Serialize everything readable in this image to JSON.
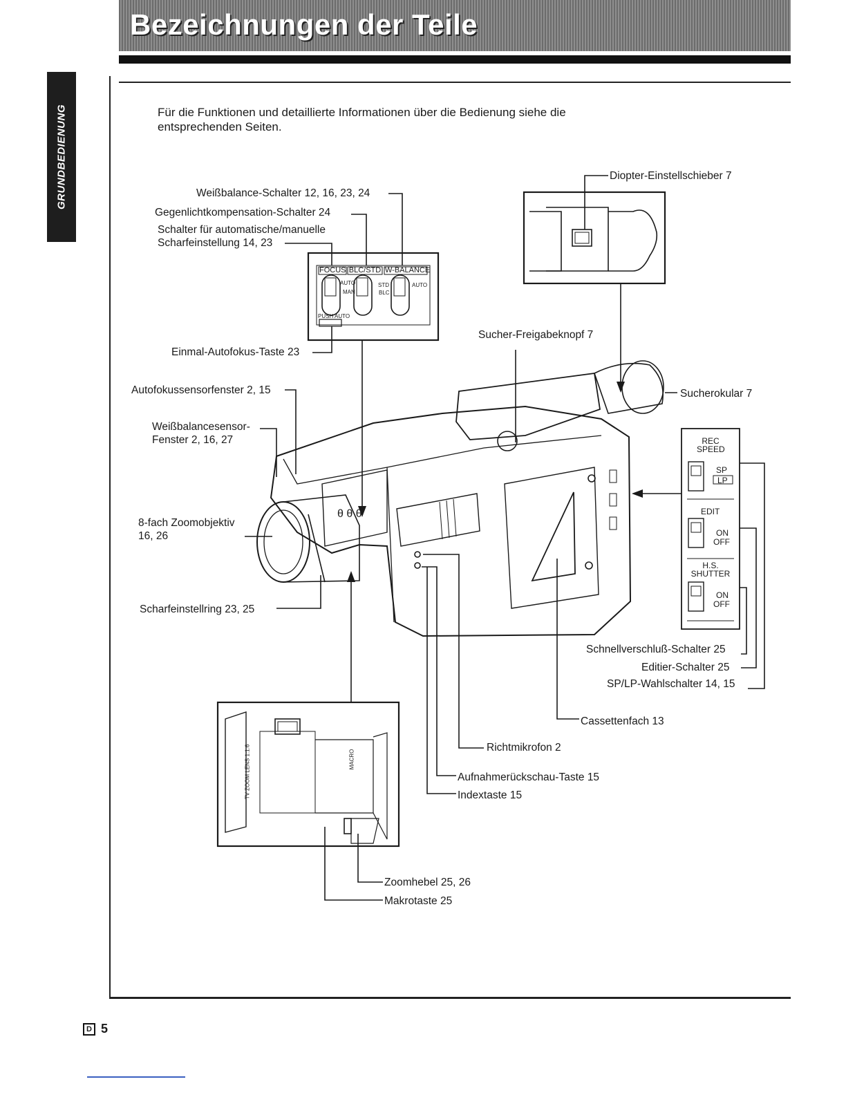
{
  "header": {
    "title": "Bezeichnungen der Teile"
  },
  "side_tab": {
    "label": "GRUNDBEDIENUNG"
  },
  "intro_text": "Für die Funktionen und detaillierte Informationen über die Bedienung siehe die entsprechenden Seiten.",
  "labels": {
    "weissbalance_schalter": "Weißbalance-Schalter 12, 16, 23, 24",
    "gegenlicht": "Gegenlichtkompensation-Schalter 24",
    "schalter_auto_manuell": "Schalter für automatische/manuelle Scharfeinstellung 14, 23",
    "einmal_autofokus": "Einmal-Autofokus-Taste 23",
    "autofokussensor": "Autofokussensorfenster 2, 15",
    "weissbalancesensor": "Weißbalancesensor-Fenster 2, 16, 27",
    "zoomobjektiv": "8-fach Zoomobjektiv 16, 26",
    "scharfeinstellring": "Scharfeinstellring 23, 25",
    "diopter": "Diopter-Einstellschieber 7",
    "sucher_freigabe": "Sucher-Freigabeknopf 7",
    "sucherokular": "Sucherokular 7",
    "schnellverschluss": "Schnellverschluß-Schalter 25",
    "editier": "Editier-Schalter 25",
    "sp_lp": "SP/LP-Wahlschalter 14, 15",
    "cassettenfach": "Cassettenfach 13",
    "richtmikrofon": "Richtmikrofon 2",
    "aufnahmerueckschau": "Aufnahmerückschau-Taste 15",
    "indextaste": "Indextaste 15",
    "zoomhebel": "Zoomhebel 25, 26",
    "makrotaste": "Makrotaste 25"
  },
  "switch_panel": {
    "focus": "FOCUS",
    "blc_std": "BLC/STD",
    "w_balance": "W-BALANCE",
    "auto": "AUTO",
    "man": "MAN",
    "std": "STD",
    "blc": "BLC",
    "auto2": "AUTO",
    "push_auto": "PUSH AUTO"
  },
  "side_panel": {
    "rec_speed": "REC SPEED",
    "sp": "SP",
    "lp": "LP",
    "edit": "EDIT",
    "on": "ON",
    "off": "OFF",
    "hs_shutter": "H.S. SHUTTER"
  },
  "lens_panel": {
    "tv_zoom_lens": "TV ZOOM LENS 1:1.6",
    "macro": "MACRO"
  },
  "page": {
    "marker": "D",
    "number": "5"
  }
}
